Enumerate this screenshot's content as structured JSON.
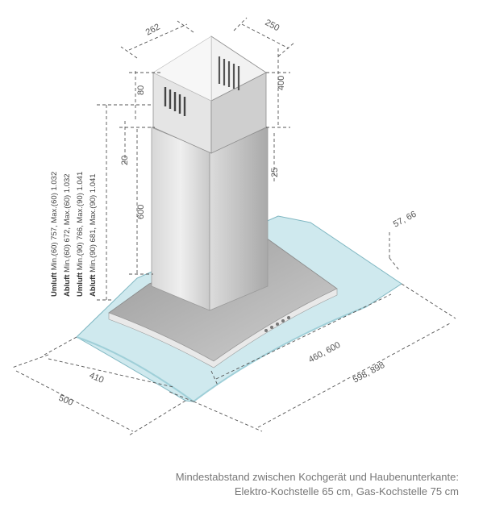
{
  "dimensions": {
    "chimney_width": "262",
    "chimney_depth": "250",
    "chimney_height": "400",
    "vent_height": "80",
    "overlap_20": "20",
    "overlap_25": "25",
    "lower_chimney": "600",
    "glass_offset": "57, 66",
    "inner_width": "460, 600",
    "outer_width": "598, 898",
    "inner_depth": "410",
    "outer_depth": "500"
  },
  "height_notes": [
    {
      "mode": "Umluft",
      "text": "Min.(60) 757, Max.(60) 1.032"
    },
    {
      "mode": "Abluft",
      "text": "Min.(60) 672, Max.(60) 1.032"
    },
    {
      "mode": "Umluft",
      "text": "Min.(90) 766, Max.(90) 1.041"
    },
    {
      "mode": "Abluft",
      "text": "Min.(90) 681, Max.(90) 1.041"
    }
  ],
  "footer": {
    "line1": "Mindestabstand zwischen Kochgerät und Haubenunterkante:",
    "line2": "Elektro-Kochstelle 65 cm, Gas-Kochstelle 75 cm"
  },
  "colors": {
    "glass": "#cfe9ee",
    "steel_light": "#e6e6e6",
    "steel_dark": "#b9b9b9",
    "dim_line": "#555555"
  }
}
